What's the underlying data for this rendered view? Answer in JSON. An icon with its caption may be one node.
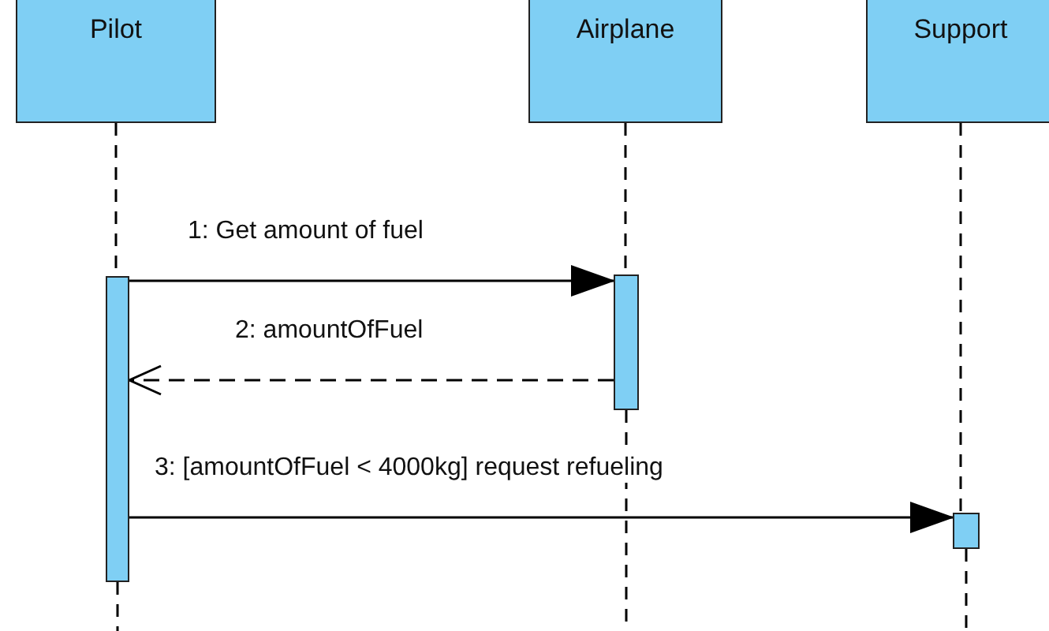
{
  "diagram": {
    "nodes": [
      {
        "text": [
          "Pilot"
        ]
      },
      {
        "text": [
          "Airplane"
        ]
      },
      {
        "text": [
          "Support"
        ]
      },
      {
        "text": [],
        "shape": "bar"
      },
      {
        "text": [],
        "shape": "bar"
      },
      {
        "text": [],
        "shape": "bar"
      }
    ],
    "edges": [
      {
        "from": 0,
        "to": 3,
        "arrow": "none",
        "style": "dashed"
      },
      {
        "from": 1,
        "to": 4,
        "arrow": "none",
        "style": "dashed"
      },
      {
        "from": 2,
        "to": 5,
        "arrow": "none",
        "style": "dashed"
      },
      {
        "from": 3,
        "to": 4,
        "arrow": "to",
        "label": "1: Get amount of fuel"
      },
      {
        "from": 4,
        "to": 3,
        "arrow": "to",
        "label": "2: amountOfFuel",
        "style": "dashed"
      },
      {
        "from": 3,
        "to": 5,
        "arrow": "to",
        "label": "3: [amountOfFuel < 4000kg] request refueling"
      }
    ]
  }
}
